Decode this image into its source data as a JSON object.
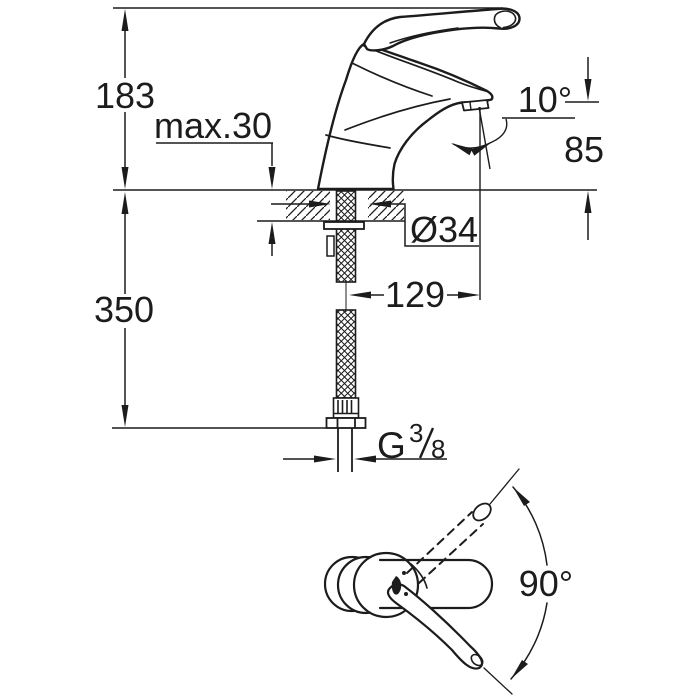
{
  "colors": {
    "background": "#ffffff",
    "line": "#1c1c1c"
  },
  "side_view": {
    "dim_height": "183",
    "dim_deck_thickness_max": "max.30",
    "dim_spray_angle": "10°",
    "dim_spout_height": "85",
    "dim_hole_diameter": "Ø34",
    "dim_spout_reach": "129",
    "dim_hose_length": "350",
    "thread": {
      "letter": "G",
      "numerator": "3",
      "denominator": "8"
    }
  },
  "top_view": {
    "dim_swivel_angle": "90°"
  }
}
